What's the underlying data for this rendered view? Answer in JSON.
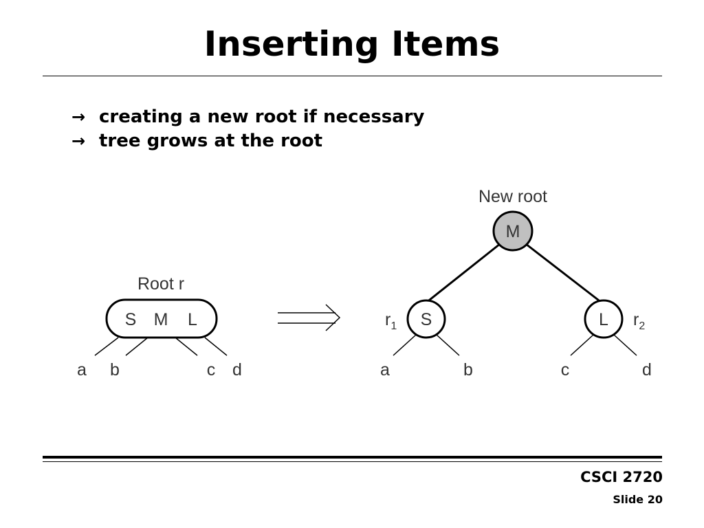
{
  "slide": {
    "title": "Inserting Items",
    "bullets": [
      {
        "arrow": "→",
        "text": "creating a new root if necessary"
      },
      {
        "arrow": "→",
        "text": "tree grows at the root"
      }
    ],
    "footer": {
      "course": "CSCI 2720",
      "slide_number": "Slide 20"
    }
  },
  "diagram": {
    "before": {
      "label": "Root r",
      "node_keys": [
        "S",
        "M",
        "L"
      ],
      "children": [
        "a",
        "b",
        "c",
        "d"
      ]
    },
    "arrow_glyph": "⟹",
    "after": {
      "label": "New root",
      "root_key": "M",
      "left_key": "S",
      "right_key": "L",
      "left_subtree_label": "r",
      "left_subtree_sub": "1",
      "right_subtree_label": "r",
      "right_subtree_sub": "2",
      "children": [
        "a",
        "b",
        "c",
        "d"
      ],
      "root_fill": "#c0c0c0"
    }
  }
}
